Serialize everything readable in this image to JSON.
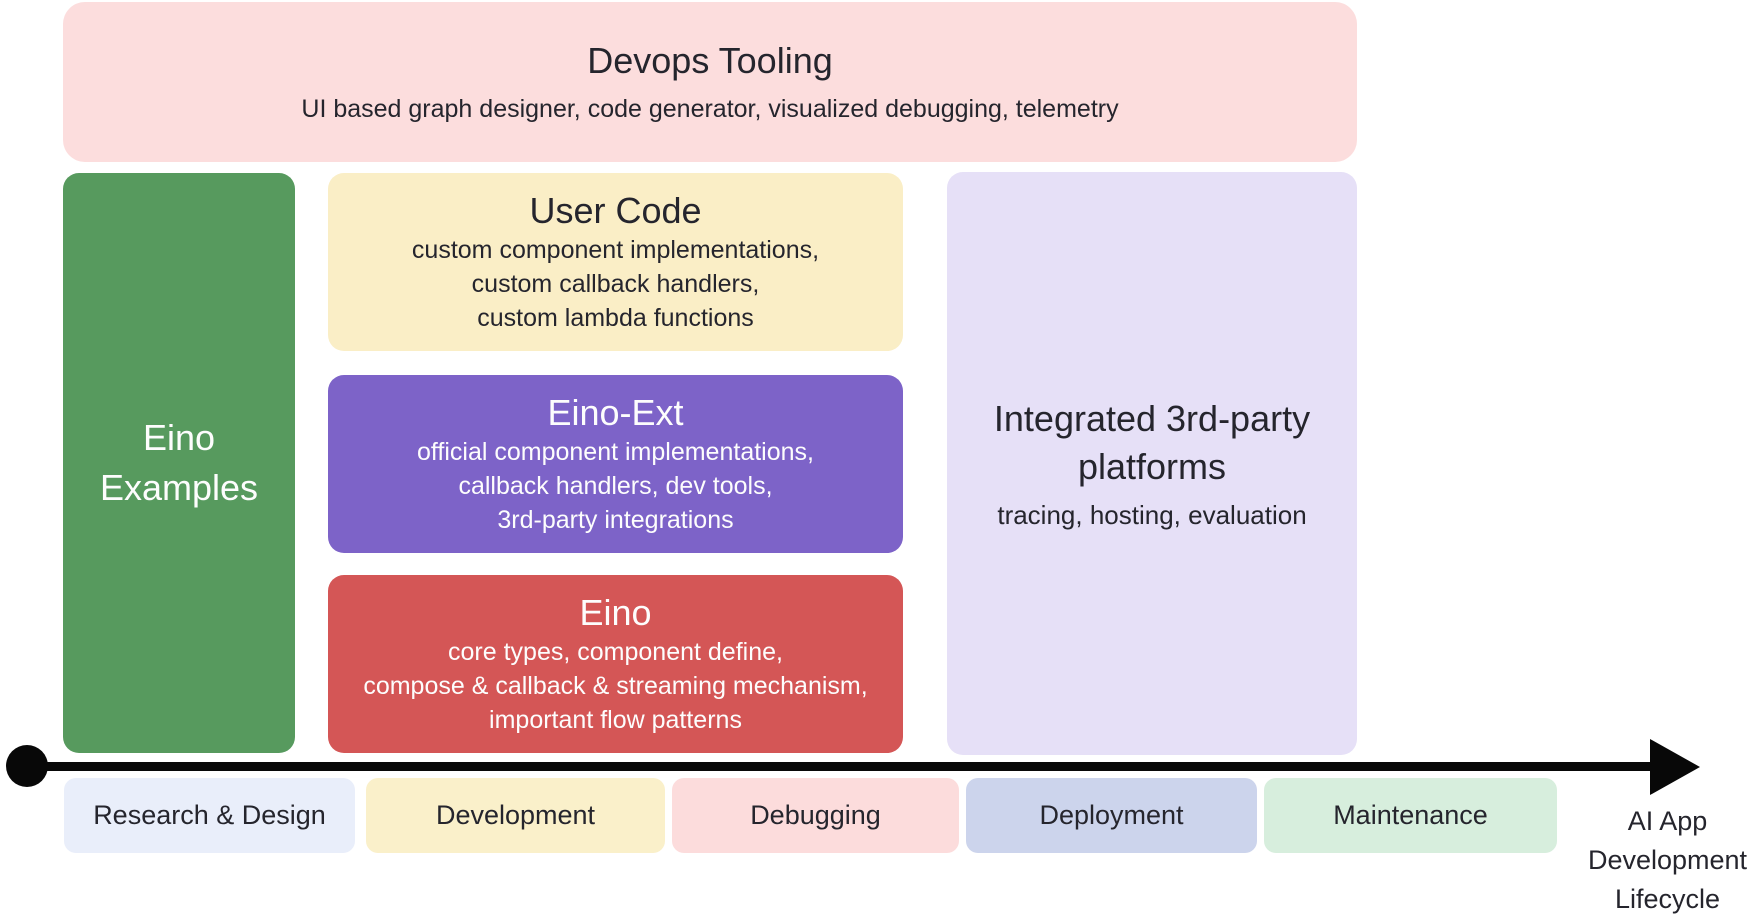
{
  "devops": {
    "title": "Devops Tooling",
    "subtitle": "UI based graph designer, code generator, visualized debugging, telemetry"
  },
  "eino_examples": {
    "title": "Eino Examples"
  },
  "user_code": {
    "title": "User Code",
    "lines": [
      "custom component implementations,",
      "custom callback handlers,",
      "custom lambda functions"
    ]
  },
  "eino_ext": {
    "title": "Eino-Ext",
    "lines": [
      "official component implementations,",
      "callback handlers, dev tools,",
      "3rd-party integrations"
    ]
  },
  "eino": {
    "title": "Eino",
    "lines": [
      "core types, component define,",
      "compose & callback & streaming mechanism,",
      "important flow patterns"
    ]
  },
  "third_party": {
    "title": "Integrated 3rd-party platforms",
    "subtitle": "tracing, hosting, evaluation"
  },
  "timeline": {
    "stages": [
      {
        "label": "Research & Design"
      },
      {
        "label": "Development"
      },
      {
        "label": "Debugging"
      },
      {
        "label": "Deployment"
      },
      {
        "label": "Maintenance"
      }
    ],
    "axis_label_lines": [
      "AI App",
      "Development",
      "Lifecycle"
    ]
  },
  "colors": {
    "devops_bg": "#fcdddd",
    "eino_examples_bg": "#579a5e",
    "user_code_bg": "#faeec6",
    "eino_ext_bg": "#7d63c8",
    "eino_bg": "#d45656",
    "third_party_bg": "#e6e0f7",
    "stage_research_bg": "#e9eefa",
    "stage_development_bg": "#faf0ca",
    "stage_debugging_bg": "#fcdcdc",
    "stage_deployment_bg": "#ccd4ec",
    "stage_maintenance_bg": "#d7eedd",
    "timeline_color": "#080808",
    "dark_text": "#25252d",
    "light_text": "#fdfdfd"
  }
}
